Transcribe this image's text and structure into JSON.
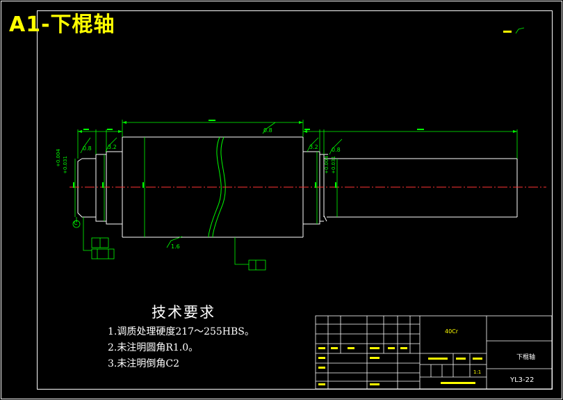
{
  "title": "A1-下棍轴",
  "colors": {
    "background": "#000000",
    "frame": "#ffffff",
    "part_outline": "#ffffff",
    "dimension": "#00ff00",
    "centerline": "#ff3333",
    "title_text": "#ffff00",
    "block_text": "#ffff00"
  },
  "technical_requirements": {
    "heading": "技术要求",
    "items": [
      "1.调质处理硬度217～255HBS。",
      "2.未注明圆角R1.0。",
      "3.未注明倒角C2"
    ]
  },
  "drawing": {
    "tolerance_upper": "+0.004",
    "tolerance_lower": "+0.031",
    "roughness_right": "0.8",
    "roughness_left": "0.8",
    "roughness_mid": "3.2",
    "roughness_top": "0.8",
    "roughness_bottom": "1.6",
    "datum": "C"
  },
  "title_block": {
    "material": "40Cr",
    "part_name": "下棍轴",
    "drawing_number": "YL3-22",
    "scale": "1:1"
  }
}
